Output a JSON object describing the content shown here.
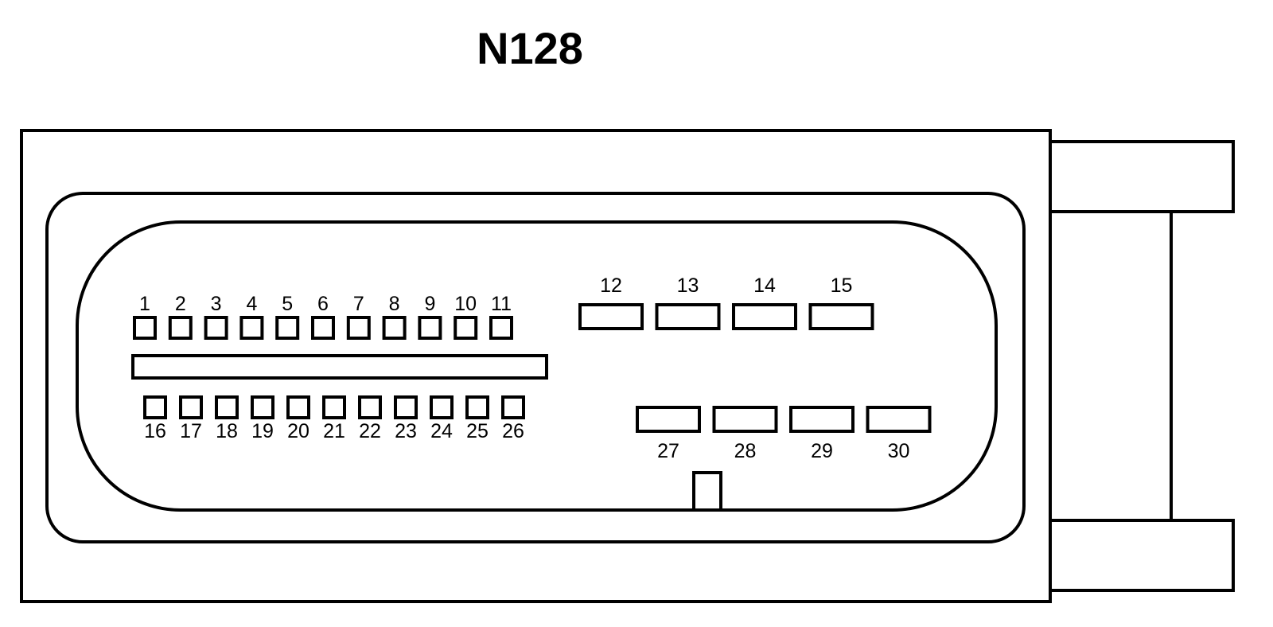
{
  "title": "N128",
  "connector": {
    "top_row_small_pins": [
      "1",
      "2",
      "3",
      "4",
      "5",
      "6",
      "7",
      "8",
      "9",
      "10",
      "11"
    ],
    "bottom_row_small_pins": [
      "16",
      "17",
      "18",
      "19",
      "20",
      "21",
      "22",
      "23",
      "24",
      "25",
      "26"
    ],
    "top_row_large_pins": [
      "12",
      "13",
      "14",
      "15"
    ],
    "bottom_row_large_pins": [
      "27",
      "28",
      "29",
      "30"
    ]
  }
}
